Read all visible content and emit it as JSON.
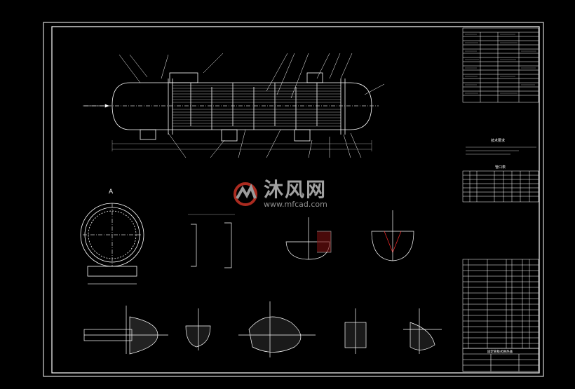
{
  "drawing": {
    "view_label_a": "A",
    "tech_req_title": "技术要求",
    "nozzle_table_title": "管口表",
    "watermark_text": "沐风网",
    "watermark_url": "www.mfcad.com",
    "title_block_name": "固定管板式换热器",
    "colors": {
      "background": "#000000",
      "line": "#ffffff",
      "dim": "#c9c9c9",
      "accent_red": "#ff2a2a",
      "hatch": "#d9d9d9"
    }
  }
}
